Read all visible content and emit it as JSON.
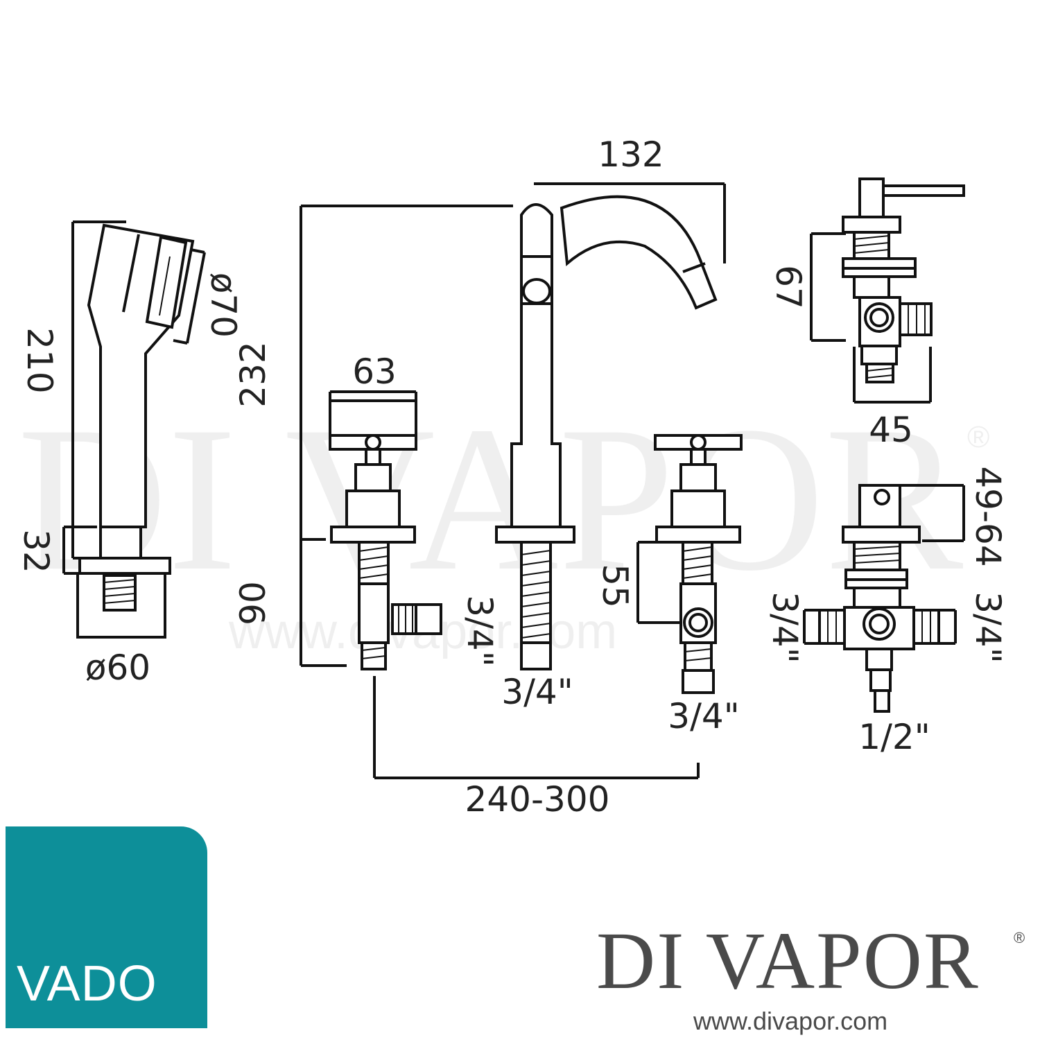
{
  "watermark": {
    "name": "DI VAPOR",
    "reg_mark": "®",
    "url": "www.divapor.com"
  },
  "dimensions": {
    "handshower_length": "210",
    "handshower_head_dia": "ø70",
    "holder_height": "32",
    "holder_base_dia": "ø60",
    "spout_height": "232",
    "spout_reach": "132",
    "handle_width": "63",
    "tail_length": "90",
    "valve_outlet": "3/4\"",
    "spout_tail": "3/4\"",
    "right_valve_offset": "55",
    "right_valve_tail": "3/4\"",
    "centres": "240-300",
    "diverter_height": "67",
    "diverter_width": "45",
    "diverter_body_range": "49-64",
    "diverter_port_left": "3/4\"",
    "diverter_port_right": "3/4\"",
    "diverter_port_bottom": "1/2\""
  },
  "brand": {
    "logo_text": "VADO",
    "logo_color": "#0d8f99",
    "name": "DI VAPOR",
    "reg_mark": "®",
    "url": "www.divapor.com",
    "text_color": "#4a4a4a"
  }
}
